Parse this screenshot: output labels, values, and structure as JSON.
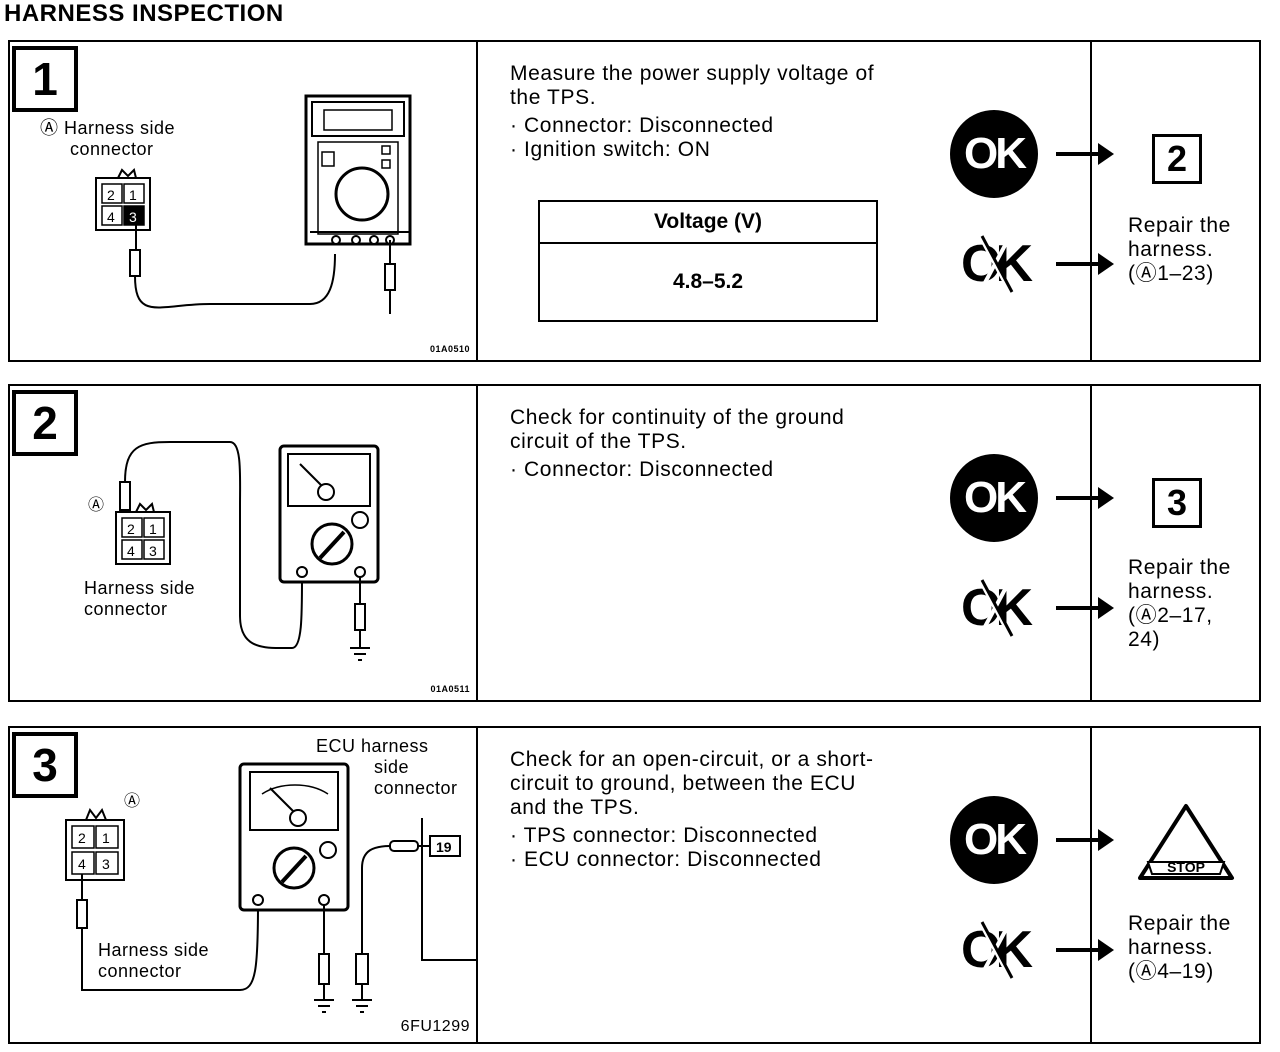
{
  "title": "HARNESS INSPECTION",
  "steps": [
    {
      "number": "1",
      "figure": {
        "labels": [
          "Ⓐ Harness side",
          "connector"
        ],
        "pins": [
          "2",
          "1",
          "4",
          "3"
        ],
        "code": "01A0510"
      },
      "instructions": [
        "Measure the power supply voltage of",
        "the TPS."
      ],
      "conditions": [
        "· Connector: Disconnected",
        "· Ignition switch: ON"
      ],
      "table": {
        "header": "Voltage (V)",
        "value": "4.8–5.2"
      },
      "ok": {
        "badge": "OK",
        "next": "2"
      },
      "ng": {
        "badge": "OK",
        "repair": [
          "Repair the",
          "harness.",
          "(Ⓐ1–23)"
        ]
      }
    },
    {
      "number": "2",
      "figure": {
        "labels": [
          "Harness side",
          "connector"
        ],
        "marker": "Ⓐ",
        "pins": [
          "2",
          "1",
          "4",
          "3"
        ],
        "code": "01A0511"
      },
      "instructions": [
        "Check for continuity of the ground",
        "circuit of the TPS."
      ],
      "conditions": [
        "· Connector: Disconnected"
      ],
      "ok": {
        "badge": "OK",
        "next": "3"
      },
      "ng": {
        "badge": "OK",
        "repair": [
          "Repair the",
          "harness.",
          "(Ⓐ2–17,",
          "24)"
        ]
      }
    },
    {
      "number": "3",
      "figure": {
        "labels": [
          "Harness side",
          "connector"
        ],
        "ecu_label": [
          "ECU  harness",
          "side",
          "connector"
        ],
        "marker": "Ⓐ",
        "pins": [
          "2",
          "1",
          "4",
          "3"
        ],
        "ecu_pin": "19",
        "code": "6FU1299"
      },
      "instructions": [
        "Check for an open-circuit, or a short-",
        "circuit to ground, between the ECU",
        "and the TPS."
      ],
      "conditions": [
        "· TPS connector: Disconnected",
        "· ECU connector: Disconnected"
      ],
      "ok": {
        "badge": "OK",
        "stop": "STOP"
      },
      "ng": {
        "badge": "OK",
        "repair": [
          "Repair the",
          "harness.",
          "(Ⓐ4–19)"
        ]
      }
    }
  ]
}
